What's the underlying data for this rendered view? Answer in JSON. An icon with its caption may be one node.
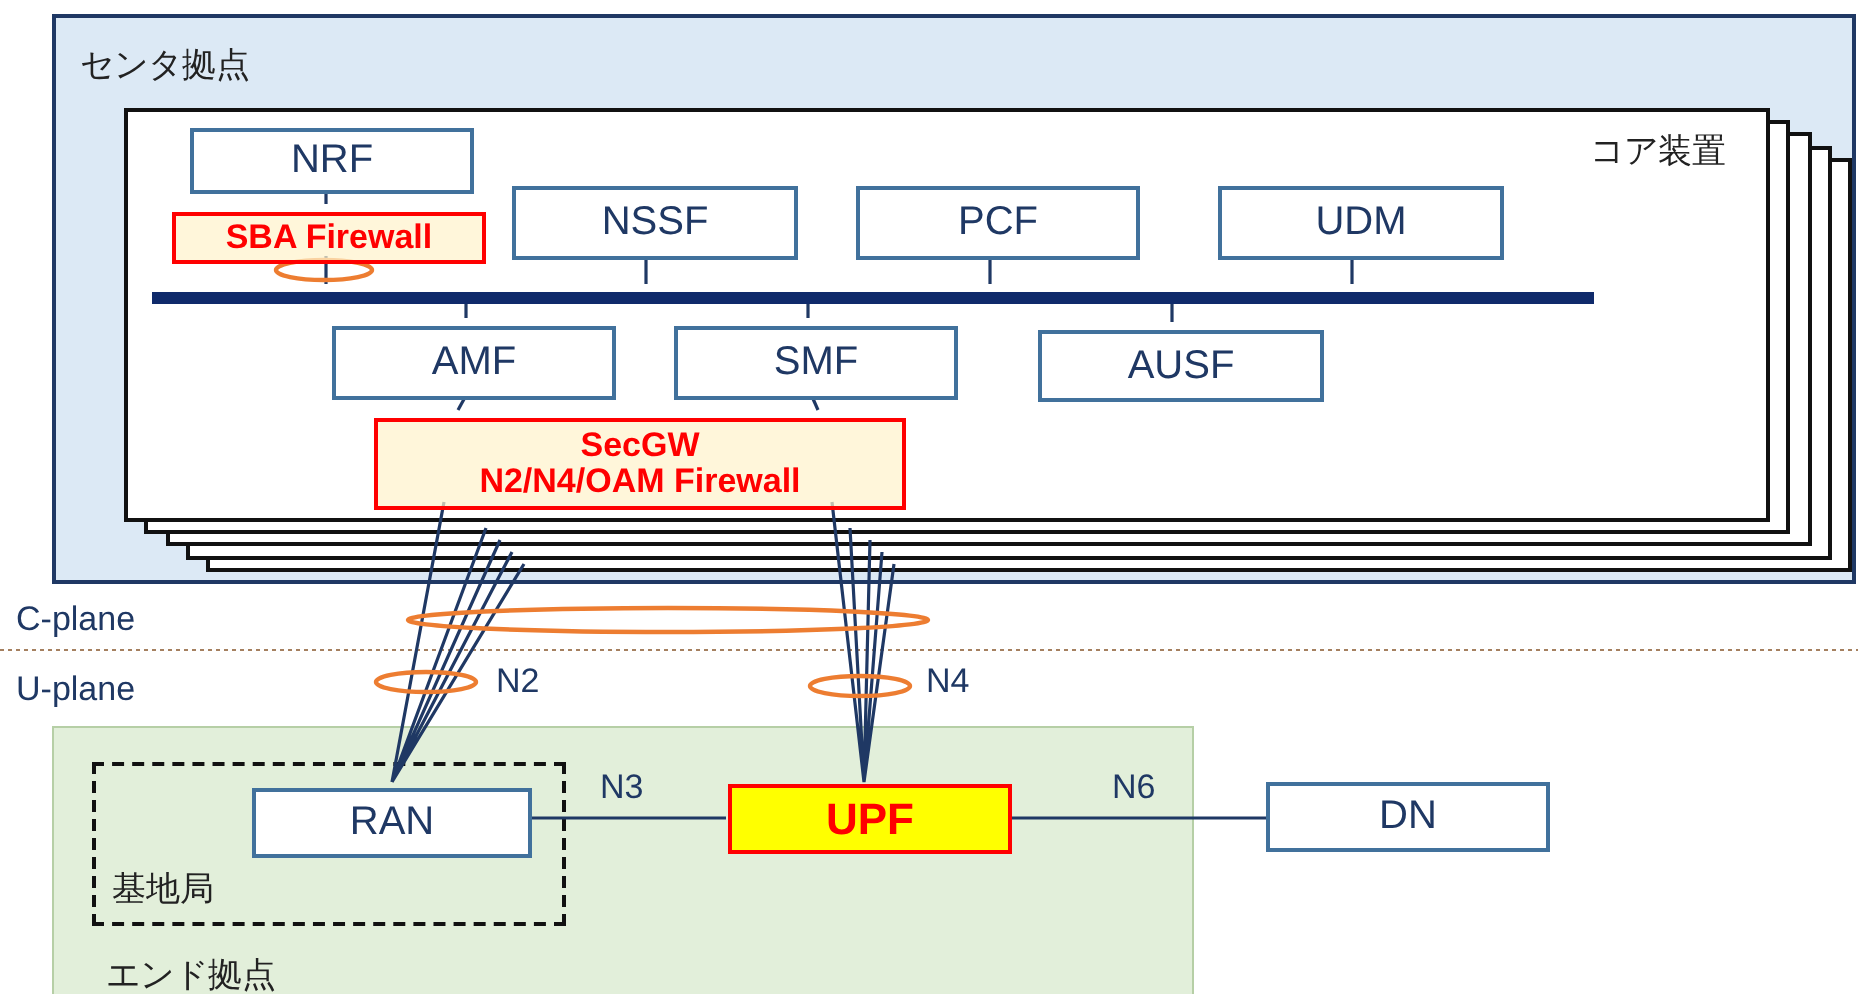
{
  "diagram": {
    "nodes": [
      {
        "text": [
          "センタ拠点"
        ]
      },
      {
        "text": [
          "コア装置"
        ],
        "in": 0
      },
      {
        "text": [
          "NRF"
        ],
        "in": 1
      },
      {
        "text": [
          "SBA Firewall"
        ],
        "in": 1
      },
      {
        "text": [
          "NSSF"
        ],
        "in": 1
      },
      {
        "text": [
          "PCF"
        ],
        "in": 1
      },
      {
        "text": [
          "UDM"
        ],
        "in": 1
      },
      {
        "text": [],
        "shape": "bar",
        "in": 1
      },
      {
        "text": [
          "AMF"
        ],
        "in": 1
      },
      {
        "text": [
          "SMF"
        ],
        "in": 1
      },
      {
        "text": [
          "AUSF"
        ],
        "in": 1
      },
      {
        "text": [
          "SecGW",
          "N2/N4/OAM Firewall"
        ],
        "in": 1
      },
      {
        "text": [
          "エンド拠点"
        ]
      },
      {
        "text": [
          "基地局"
        ],
        "in": 12
      },
      {
        "text": [
          "RAN"
        ],
        "in": 13
      },
      {
        "text": [
          "UPF"
        ],
        "in": 12
      },
      {
        "text": [
          "DN"
        ]
      }
    ],
    "edges": [
      {
        "from": 2,
        "to": 3,
        "arrow": "none"
      },
      {
        "from": 3,
        "to": 7,
        "arrow": "none"
      },
      {
        "from": 4,
        "to": 7,
        "arrow": "none"
      },
      {
        "from": 5,
        "to": 7,
        "arrow": "none"
      },
      {
        "from": 6,
        "to": 7,
        "arrow": "none"
      },
      {
        "from": 7,
        "to": 8,
        "arrow": "none"
      },
      {
        "from": 7,
        "to": 9,
        "arrow": "none"
      },
      {
        "from": 7,
        "to": 10,
        "arrow": "none"
      },
      {
        "from": 8,
        "to": 11,
        "arrow": "none"
      },
      {
        "from": 9,
        "to": 11,
        "arrow": "none"
      },
      {
        "from": 11,
        "to": 14,
        "arrow": "none",
        "label": "N2"
      },
      {
        "from": 11,
        "to": 15,
        "arrow": "none",
        "label": "N4"
      },
      {
        "from": 14,
        "to": 15,
        "arrow": "none",
        "label": "N3"
      },
      {
        "from": 15,
        "to": 16,
        "arrow": "none",
        "label": "N6"
      }
    ],
    "labels": [
      "C-plane",
      "U-plane"
    ]
  }
}
